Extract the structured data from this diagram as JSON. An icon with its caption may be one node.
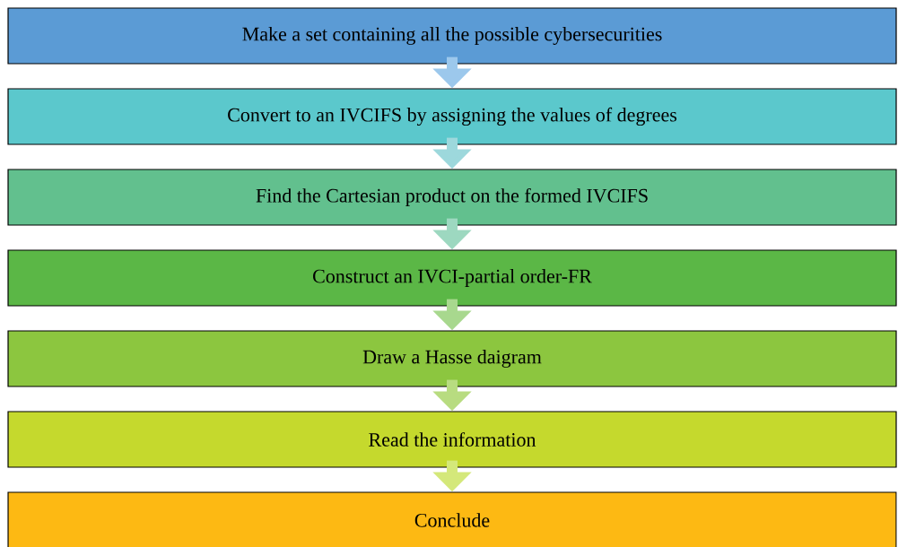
{
  "diagram": {
    "nodes": [
      {
        "text": [
          "Make a set containing all the possible cybersecurities"
        ]
      },
      {
        "text": [
          "Convert to an IVCIFS by assigning the values of degrees"
        ]
      },
      {
        "text": [
          "Find the Cartesian product on the formed IVCIFS"
        ]
      },
      {
        "text": [
          "Construct an IVCI-partial order-FR"
        ]
      },
      {
        "text": [
          "Draw a Hasse daigram"
        ]
      },
      {
        "text": [
          "Read the information"
        ]
      },
      {
        "text": [
          "Conclude"
        ]
      }
    ],
    "edges": [
      {
        "from": 0,
        "to": 1,
        "arrow": "to",
        "color": "#9cc8ec"
      },
      {
        "from": 1,
        "to": 2,
        "arrow": "to",
        "color": "#9dd8dc"
      },
      {
        "from": 2,
        "to": 3,
        "arrow": "to",
        "color": "#9dd8c0"
      },
      {
        "from": 3,
        "to": 4,
        "arrow": "to",
        "color": "#a8d88e"
      },
      {
        "from": 4,
        "to": 5,
        "arrow": "to",
        "color": "#b8dc80"
      },
      {
        "from": 5,
        "to": 6,
        "arrow": "to",
        "color": "#d4e87a"
      }
    ]
  }
}
